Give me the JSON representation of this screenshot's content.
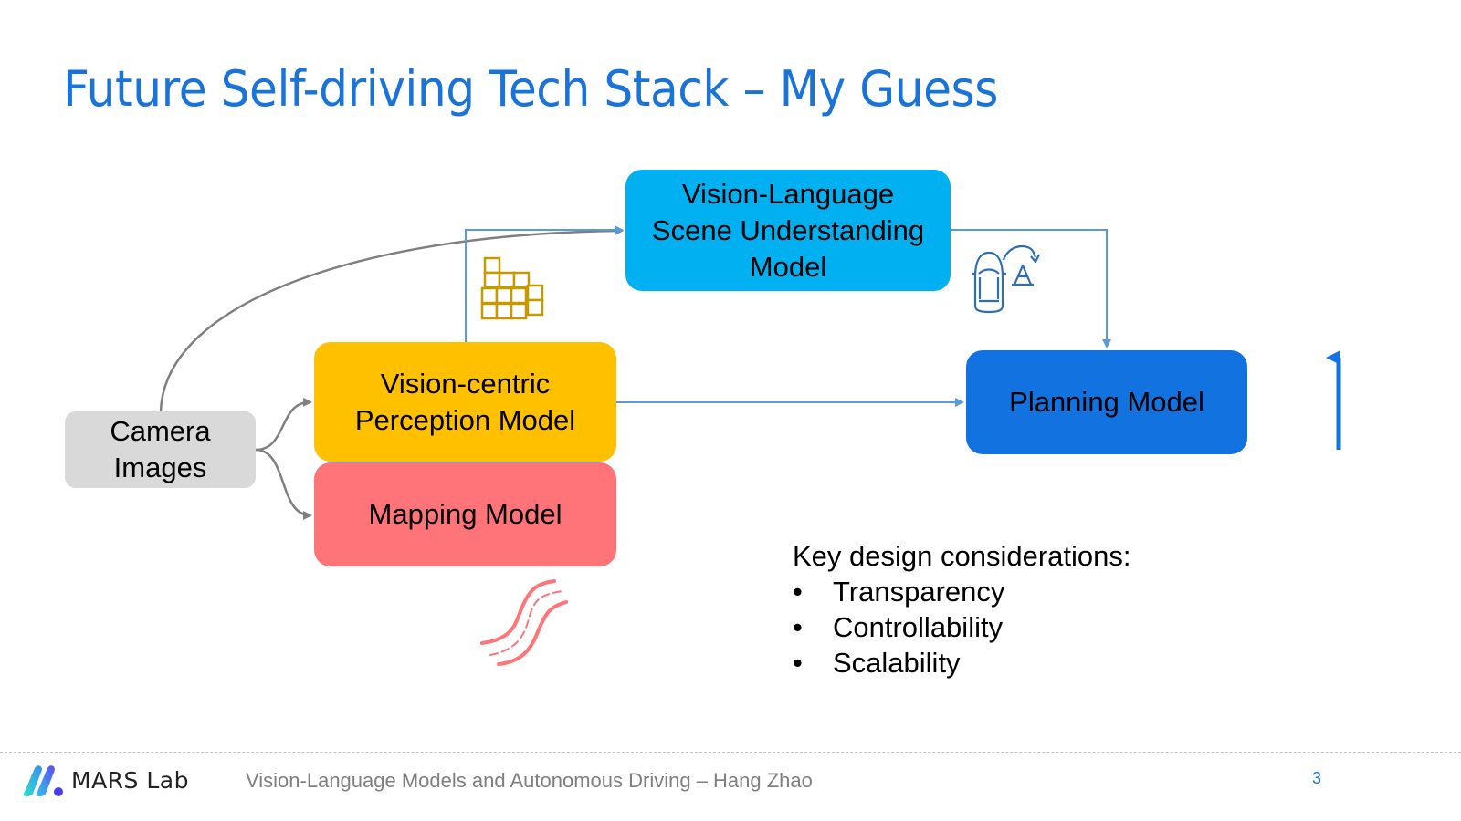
{
  "slide": {
    "title": "Future Self-driving Tech Stack – My Guess",
    "page_number": "3",
    "accent_color": "#1a73d9"
  },
  "diagram": {
    "nodes": {
      "camera": {
        "label": "Camera\nImages",
        "color": "#d9d9d9"
      },
      "perception": {
        "label": "Vision-centric\nPerception Model",
        "color": "#ffc000"
      },
      "mapping": {
        "label": "Mapping Model",
        "color": "#ff7479"
      },
      "vlm": {
        "label": "Vision-Language\nScene Understanding\nModel",
        "color": "#00b0f0"
      },
      "planning": {
        "label": "Planning Model",
        "color": "#1273e0"
      }
    },
    "edges": [
      {
        "from": "camera",
        "to": "perception"
      },
      {
        "from": "camera",
        "to": "mapping"
      },
      {
        "from": "camera",
        "to": "vlm"
      },
      {
        "from": "perception",
        "to": "vlm"
      },
      {
        "from": "perception",
        "to": "planning"
      },
      {
        "from": "vlm",
        "to": "planning"
      }
    ],
    "icons": [
      "occupancy-cubes-icon",
      "car-maneuver-cone-icon",
      "road-lanes-icon",
      "up-arrow-icon"
    ]
  },
  "considerations": {
    "heading": "Key design considerations:",
    "bullet": "•",
    "items": [
      "Transparency",
      "Controllability",
      "Scalability"
    ]
  },
  "footer": {
    "brand": "MARS Lab",
    "text": "Vision-Language Models and Autonomous Driving – Hang Zhao"
  }
}
